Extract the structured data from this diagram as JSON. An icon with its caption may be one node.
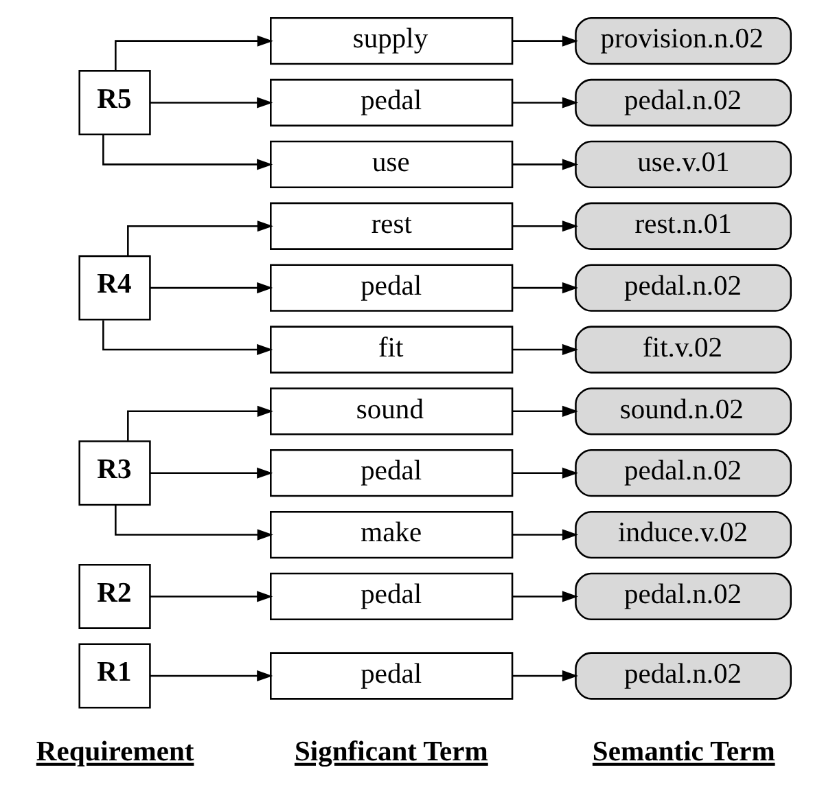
{
  "diagram": {
    "nodes": [
      {
        "text": [
          "R1"
        ]
      },
      {
        "text": [
          "pedal"
        ]
      },
      {
        "text": [
          "pedal.n.02"
        ]
      },
      {
        "text": [
          "R2"
        ]
      },
      {
        "text": [
          "pedal"
        ]
      },
      {
        "text": [
          "pedal.n.02"
        ]
      },
      {
        "text": [
          "sound"
        ]
      },
      {
        "text": [
          "sound.n.02"
        ]
      },
      {
        "text": [
          "R3"
        ]
      },
      {
        "text": [
          "pedal"
        ]
      },
      {
        "text": [
          "pedal.n.02"
        ]
      },
      {
        "text": [
          "make"
        ]
      },
      {
        "text": [
          "induce.v.02"
        ]
      },
      {
        "text": [
          "rest"
        ]
      },
      {
        "text": [
          "rest.n.01"
        ]
      },
      {
        "text": [
          "R4"
        ]
      },
      {
        "text": [
          "pedal"
        ]
      },
      {
        "text": [
          "pedal.n.02"
        ]
      },
      {
        "text": [
          "fit"
        ]
      },
      {
        "text": [
          "fit.v.02"
        ]
      },
      {
        "text": [
          "supply"
        ]
      },
      {
        "text": [
          "provision.n.02"
        ]
      },
      {
        "text": [
          "R5"
        ]
      },
      {
        "text": [
          "pedal"
        ]
      },
      {
        "text": [
          "pedal.n.02"
        ]
      },
      {
        "text": [
          "use"
        ]
      },
      {
        "text": [
          "use.v.01"
        ]
      }
    ],
    "edges": [
      {
        "from": 0,
        "to": 1,
        "arrow": "to"
      },
      {
        "from": 1,
        "to": 2,
        "arrow": "to"
      },
      {
        "from": 3,
        "to": 4,
        "arrow": "to"
      },
      {
        "from": 4,
        "to": 5,
        "arrow": "to"
      },
      {
        "from": 8,
        "to": 6,
        "arrow": "to"
      },
      {
        "from": 8,
        "to": 9,
        "arrow": "to"
      },
      {
        "from": 8,
        "to": 11,
        "arrow": "to"
      },
      {
        "from": 6,
        "to": 7,
        "arrow": "to"
      },
      {
        "from": 9,
        "to": 10,
        "arrow": "to"
      },
      {
        "from": 11,
        "to": 12,
        "arrow": "to"
      },
      {
        "from": 15,
        "to": 13,
        "arrow": "to"
      },
      {
        "from": 15,
        "to": 16,
        "arrow": "to"
      },
      {
        "from": 15,
        "to": 18,
        "arrow": "to"
      },
      {
        "from": 13,
        "to": 14,
        "arrow": "to"
      },
      {
        "from": 16,
        "to": 17,
        "arrow": "to"
      },
      {
        "from": 18,
        "to": 19,
        "arrow": "to"
      },
      {
        "from": 22,
        "to": 20,
        "arrow": "to"
      },
      {
        "from": 22,
        "to": 23,
        "arrow": "to"
      },
      {
        "from": 22,
        "to": 25,
        "arrow": "to"
      },
      {
        "from": 20,
        "to": 21,
        "arrow": "to"
      },
      {
        "from": 23,
        "to": 24,
        "arrow": "to"
      },
      {
        "from": 25,
        "to": 26,
        "arrow": "to"
      }
    ],
    "labels": [
      "Requirement",
      "Signficant Term",
      "Semantic Term"
    ]
  }
}
